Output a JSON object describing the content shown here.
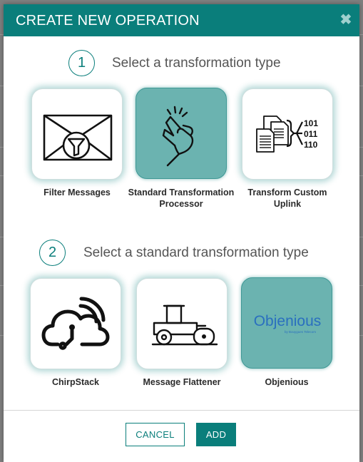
{
  "dialog": {
    "title": "CREATE NEW OPERATION",
    "close_icon": "close-icon",
    "close_glyph": "✖"
  },
  "step1": {
    "number": "1",
    "text": "Select a transformation type",
    "options": [
      {
        "label": "Filter Messages",
        "icon": "envelope-filter-icon",
        "selected": false
      },
      {
        "label": "Standard Transformation Processor",
        "icon": "hand-tap-icon",
        "selected": true
      },
      {
        "label": "Transform Custom Uplink",
        "icon": "documents-binary-icon",
        "selected": false
      }
    ],
    "binary_rows": [
      "101",
      "011",
      "110"
    ]
  },
  "step2": {
    "number": "2",
    "text": "Select a standard transformation type",
    "options": [
      {
        "label": "ChirpStack",
        "icon": "cloud-signal-icon",
        "selected": false
      },
      {
        "label": "Message Flattener",
        "icon": "road-roller-icon",
        "selected": false
      },
      {
        "label": "Objenious",
        "icon": "objenious-logo",
        "selected": true,
        "logo_text": "Objenious",
        "logo_subtext": "by Bouygues Telecom"
      }
    ]
  },
  "footer": {
    "cancel_label": "CANCEL",
    "add_label": "ADD"
  },
  "colors": {
    "primary": "#0a7e7b",
    "selected_tile": "#6bb3b0",
    "objenious_blue": "#2a6fbf"
  }
}
